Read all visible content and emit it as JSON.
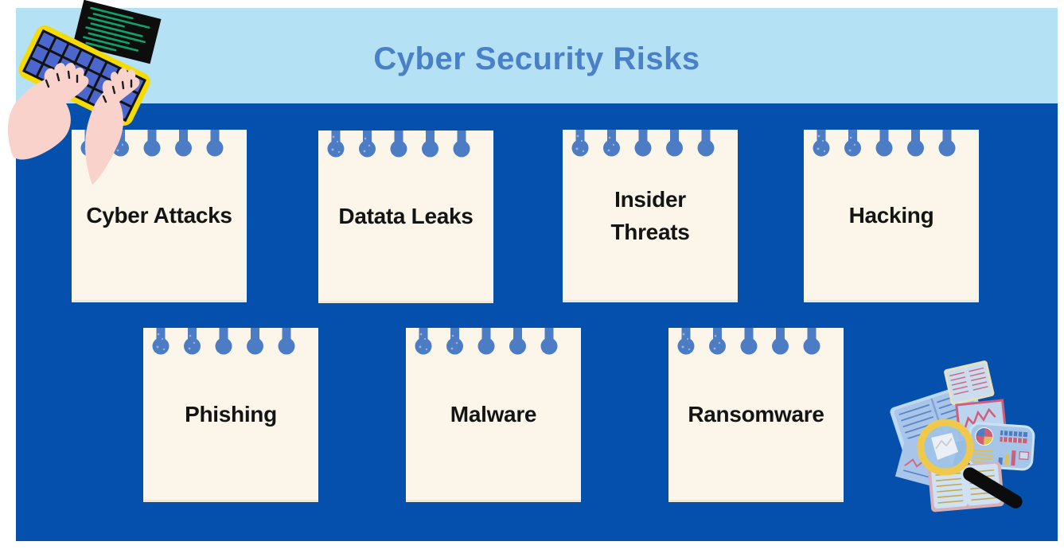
{
  "header": {
    "title": "Cyber Security Risks"
  },
  "cards": [
    {
      "label": "Cyber Attacks"
    },
    {
      "label": "Datata Leaks"
    },
    {
      "label": "Insider\nThreats"
    },
    {
      "label": "Hacking"
    },
    {
      "label": "Phishing"
    },
    {
      "label": "Malware"
    },
    {
      "label": "Ransomware"
    }
  ],
  "illustrations": {
    "top_left": "hands-typing-on-keyboard-with-code-screen",
    "bottom_right": "magnifying-glass-over-documents-and-charts"
  },
  "colors": {
    "poster_background": "#0450ac",
    "header_background": "#b5e1f4",
    "title_text": "#4a80c5",
    "card_background": "#fbf6e9",
    "pin_blue": "#4c7cc4",
    "card_text": "#141414",
    "keyboard_yellow": "#f5db04",
    "keys_blue": "#4b66cc",
    "hands_pink": "#f8d2cb",
    "terminal_green": "#0fa36b",
    "magnifier_gold": "#efc94b"
  }
}
